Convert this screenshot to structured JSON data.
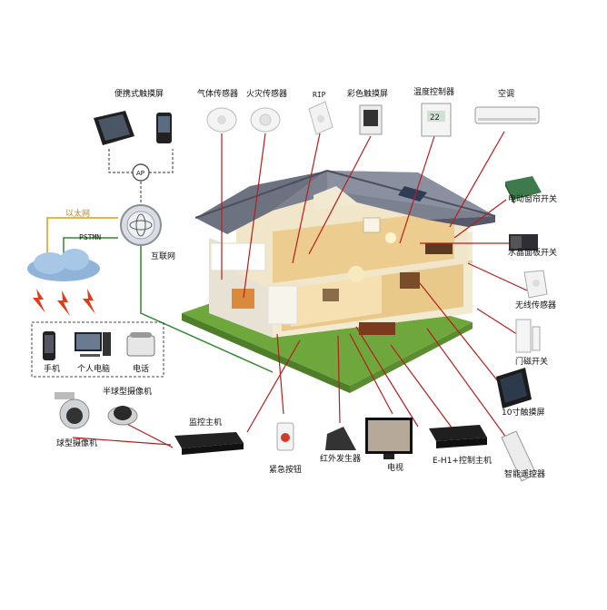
{
  "network": {
    "ap": "AP",
    "ethernet": "以太网",
    "pstn": "PSTMN",
    "internet": "互联网"
  },
  "devices": {
    "portable_touch": "便携式触摸屏",
    "gas_sensor": "气体传感器",
    "fire_sensor": "火灾传感器",
    "rip": "RIP",
    "color_touch": "彩色触摸屏",
    "temp_control": "温度控制器",
    "aircon": "空调",
    "curtain_switch": "电动窗帘开关",
    "crystal_switch": "水晶面板开关",
    "wireless_sensor": "无线传感器",
    "door_switch": "门磁开关",
    "touch10": "10寸触摸屏",
    "remote": "智能遥控器",
    "control_host": "E-H1+控制主机",
    "tv": "电视",
    "ir_transmitter": "红外发生器",
    "emergency_button": "紧急按钮",
    "monitor_host": "监控主机",
    "half_dome_camera": "半球型摄像机",
    "dome_camera": "球型摄像机",
    "mobile": "手机",
    "pc": "个人电脑",
    "phone": "电话"
  },
  "display": {
    "temp_value": "22"
  },
  "colors": {
    "connector": "#b81d1d",
    "ethernet": "#d4a017",
    "internet": "#2f8a2f",
    "grass": "#6ea83c"
  }
}
